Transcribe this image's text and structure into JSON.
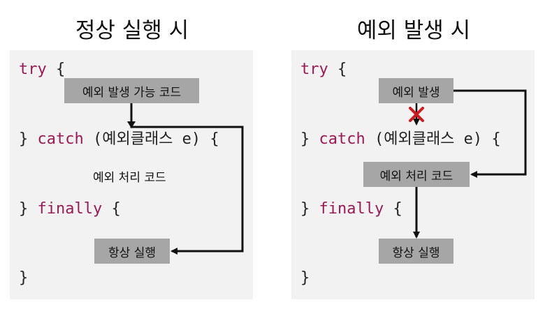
{
  "left": {
    "title": "정상 실행 시",
    "code": {
      "try_kw": "try",
      "open_brace": " {",
      "close_brace1": "} ",
      "catch_kw": "catch",
      "catch_args": " (예외클래스 e) {",
      "close_brace2": "} ",
      "finally_kw": "finally",
      "finally_brace": " {",
      "close_brace3": "}"
    },
    "try_box": "예외 발생 가능 코드",
    "catch_text": "예외 처리 코드",
    "finally_box": "항상 실행"
  },
  "right": {
    "title": "예외 발생 시",
    "code": {
      "try_kw": "try",
      "open_brace": " {",
      "close_brace1": "} ",
      "catch_kw": "catch",
      "catch_args": " (예외클래스 e) {",
      "close_brace2": "} ",
      "finally_kw": "finally",
      "finally_brace": " {",
      "close_brace3": "}"
    },
    "try_box": "예외 발생",
    "catch_box": "예외 처리 코드",
    "finally_box": "항상 실행"
  },
  "colors": {
    "keyword": "#9c1a54",
    "box_fill": "#a6a6a6",
    "panel_fill": "#f2f2f2",
    "blocked_mark": "#d0191f"
  }
}
